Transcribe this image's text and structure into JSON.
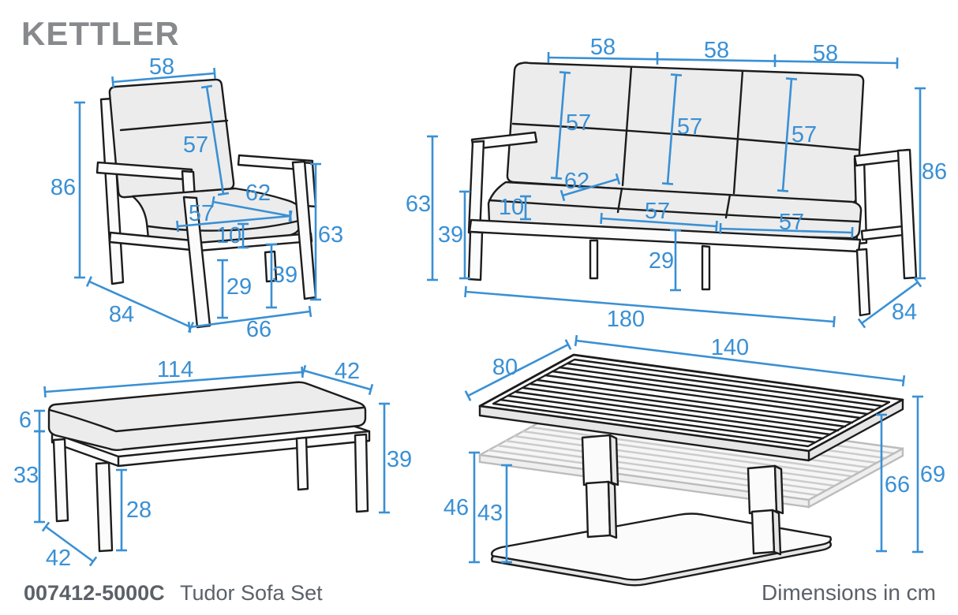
{
  "brand": "KETTLER",
  "footer": {
    "sku": "007412-5000C",
    "product": "Tudor Sofa Set",
    "units_note": "Dimensions in cm"
  },
  "colors": {
    "dimension_blue": "#3a90d4",
    "line_dark": "#1c1c1c",
    "cushion_gray": "#ececec",
    "ghost_gray": "#c4c4c4",
    "logo_gray": "#87898c",
    "footer_gray": "#5a6168"
  },
  "armchair": {
    "label": "armchair",
    "dims": {
      "top_width": "58",
      "total_height": "86",
      "back_height": "57",
      "seat_depth": "62",
      "seat_width": "57",
      "cushion_thickness": "10",
      "clearance": "29",
      "seat_height": "39",
      "arm_height": "63",
      "depth": "84",
      "front_width": "66"
    }
  },
  "sofa": {
    "label": "three-seat-sofa",
    "dims": {
      "top_width_1": "58",
      "top_width_2": "58",
      "top_width_3": "58",
      "back_height_1": "57",
      "back_height_2": "57",
      "back_height_3": "57",
      "arm_height": "63",
      "seat_height": "39",
      "cushion_thickness": "10",
      "seat_depth": "62",
      "seat_width_1": "57",
      "seat_width_2": "57",
      "clearance": "29",
      "total_height": "86",
      "total_width": "180",
      "depth": "84"
    }
  },
  "bench": {
    "label": "bench",
    "dims": {
      "length": "114",
      "top_depth": "42",
      "cushion_thickness": "6",
      "frame_height": "33",
      "clearance": "28",
      "seat_height": "39",
      "bottom_depth": "42"
    }
  },
  "table": {
    "label": "height-adjustable-table",
    "dims": {
      "depth": "80",
      "length": "140",
      "lowered_height": "46",
      "lowered_clearance": "43",
      "raised_clearance": "66",
      "raised_height": "69"
    }
  }
}
